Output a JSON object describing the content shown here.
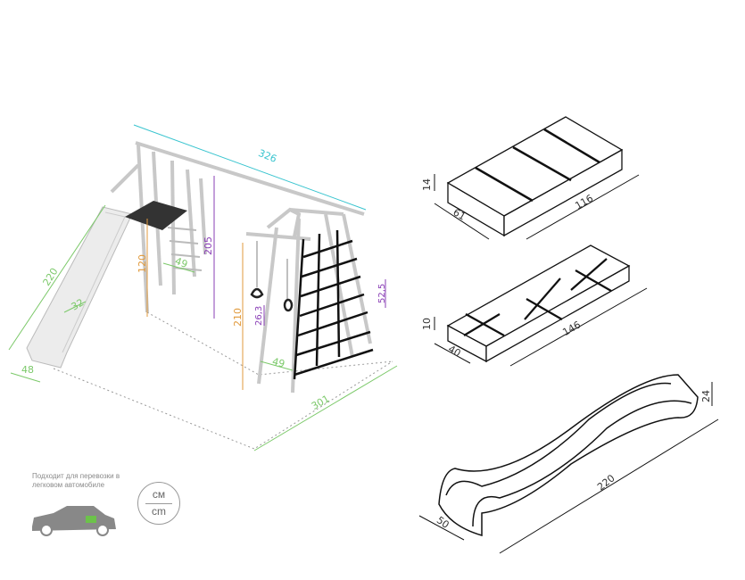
{
  "colors": {
    "cyan": "#38c4cf",
    "green": "#7cc96a",
    "orange": "#e19a3c",
    "purple": "#8a3fb6",
    "frame": "#d8d8d8",
    "dark": "#222222"
  },
  "swing_set": {
    "top_bar_length": "326",
    "slide_length": "220",
    "slide_width_inner": "32",
    "slide_width_base": "48",
    "platform_height": "120",
    "ladder_width_left": "49",
    "bar_height": "205",
    "frame_height": "210",
    "ring_length": "26,3",
    "ladder_width_right": "49",
    "net_step": "52,5",
    "base_length": "301"
  },
  "packages": {
    "box1": {
      "height": "14",
      "width": "61",
      "length": "116"
    },
    "box2": {
      "height": "10",
      "width": "40",
      "length": "146"
    },
    "slide": {
      "height": "24",
      "width": "50",
      "length": "220"
    }
  },
  "transport_note": "Подходит для перевозки в легковом автомобиле",
  "units": {
    "ru": "см",
    "en": "cm"
  }
}
